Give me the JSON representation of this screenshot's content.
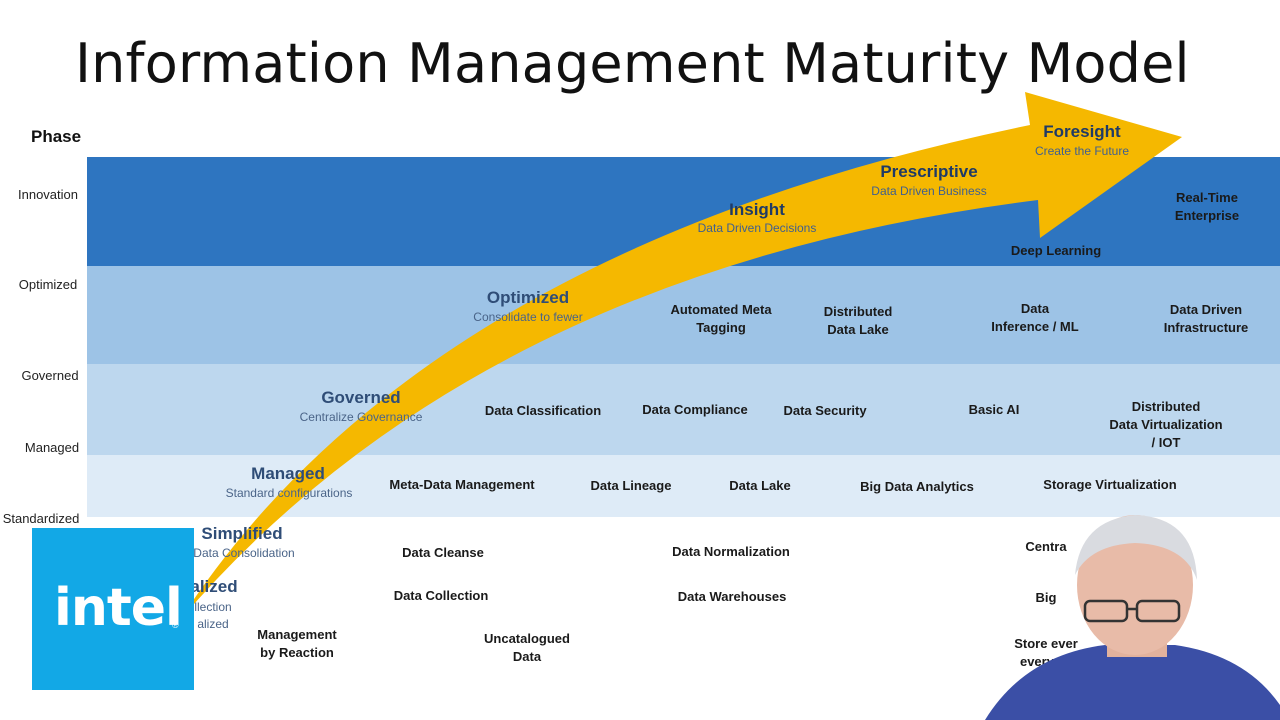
{
  "title": "Information Management Maturity Model",
  "phase_header": "Phase",
  "phases": [
    "Innovation",
    "Optimized",
    "Governed",
    "Managed",
    "Standardized"
  ],
  "arrow_stages": [
    {
      "name": "alized",
      "sub": "llection\nalized"
    },
    {
      "name": "Simplified",
      "sub": "Data Consolidation"
    },
    {
      "name": "Managed",
      "sub": "Standard  configurations"
    },
    {
      "name": "Governed",
      "sub": "Centralize Governance"
    },
    {
      "name": "Optimized",
      "sub": "Consolidate to fewer"
    },
    {
      "name": "Insight",
      "sub": "Data Driven Decisions"
    },
    {
      "name": "Prescriptive",
      "sub": "Data Driven Business"
    },
    {
      "name": "Foresight",
      "sub": "Create the Future"
    }
  ],
  "items": {
    "innovation": [
      "Real-Time Enterprise",
      "Deep Learning"
    ],
    "optimized": [
      "Automated Meta\nTagging",
      "Distributed\nData Lake",
      "Data\nInference / ML",
      "Data Driven\nInfrastructure"
    ],
    "governed": [
      "Data Classification",
      "Data Compliance",
      "Data Security",
      "Basic AI",
      "Distributed\nData Virtualization / IOT"
    ],
    "managed": [
      "Meta-Data Management",
      "Data Lineage",
      "Data Lake",
      "Big Data Analytics",
      "Storage Virtualization"
    ],
    "standardized": [
      "Data Cleanse",
      "Data Normalization",
      "Data Collection",
      "Data Warehouses",
      "Management\nby Reaction",
      "Uncatalogued\nData",
      "Centra",
      "Big",
      "Store ever\neverywh"
    ]
  },
  "logo": {
    "text": "intel",
    "mark": "®",
    "color": "#12a8e6"
  },
  "colors": {
    "innovation": "#2e75c0",
    "optimized": "#9dc3e6",
    "governed": "#bdd7ee",
    "managed": "#deebf7",
    "arrow": "#f5b800"
  }
}
